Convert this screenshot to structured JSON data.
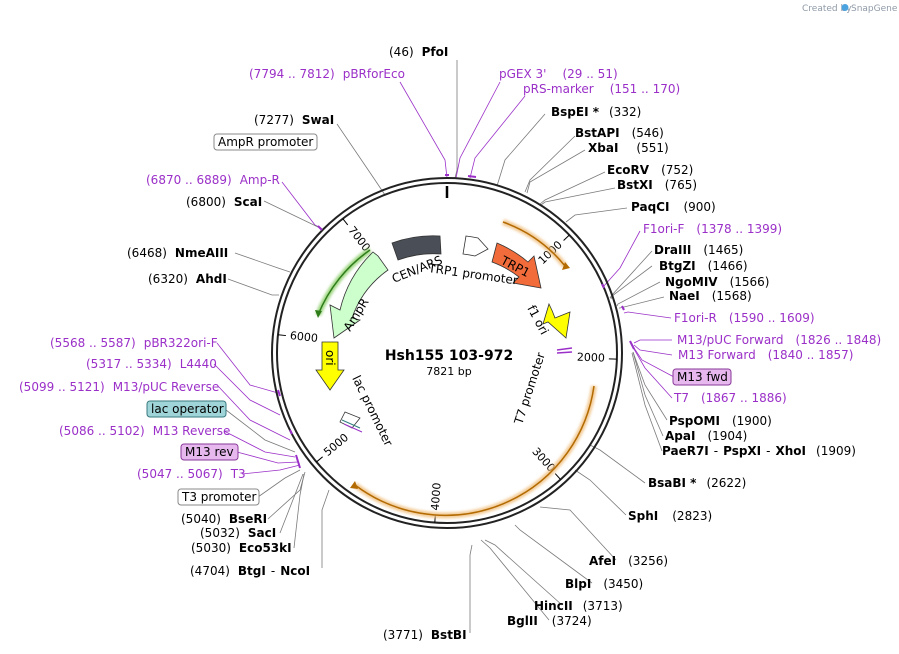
{
  "credit": {
    "prefix": "Created by",
    "brand": "SnapGene"
  },
  "plasmid": {
    "name": "Hsh155 103-972",
    "length": "7821 bp",
    "total_bp": 7821
  },
  "ticks": [
    {
      "label": "1000",
      "pos": 1000
    },
    {
      "label": "2000",
      "pos": 2000
    },
    {
      "label": "3000",
      "pos": 3000
    },
    {
      "label": "4000",
      "pos": 4000
    },
    {
      "label": "5000",
      "pos": 5000
    },
    {
      "label": "6000",
      "pos": 6000
    },
    {
      "label": "7000",
      "pos": 7000
    }
  ],
  "features": [
    {
      "label": "CEN/ARS",
      "type": "CEN/ARS",
      "color": "#4a4f57"
    },
    {
      "label": "TRP1 promoter",
      "type": "promoter",
      "color": "#ffffff"
    },
    {
      "label": "TRP1",
      "type": "CDS",
      "color": "#f26b3a"
    },
    {
      "label": "f1 ori",
      "type": "rep_origin",
      "color": "#ffff00"
    },
    {
      "label": "T7 promoter",
      "type": "promoter",
      "color": "#ffffff"
    },
    {
      "label": "lac promoter",
      "type": "promoter",
      "color": "#ffffff"
    },
    {
      "label": "ori",
      "type": "rep_origin",
      "color": "#ffff00"
    },
    {
      "label": "AmpR",
      "type": "CDS",
      "color": "#ccffcc"
    }
  ],
  "labels": [
    {
      "id": "pfoi",
      "kind": "enzyme",
      "name": "PfoI",
      "pos": "(46)"
    },
    {
      "id": "pbrforeco",
      "kind": "primer",
      "name": "pBRforEco",
      "pos": "(7794 .. 7812)"
    },
    {
      "id": "pgex3",
      "kind": "primer",
      "name": "pGEX 3'",
      "pos": "(29 .. 51)"
    },
    {
      "id": "prsmarker",
      "kind": "primer",
      "name": "pRS-marker",
      "pos": "(151 .. 170)"
    },
    {
      "id": "swai",
      "kind": "enzyme",
      "name": "SwaI",
      "pos": "(7277)"
    },
    {
      "id": "bspei",
      "kind": "enzyme",
      "name": "BspEI *",
      "pos": "(332)"
    },
    {
      "id": "ampr-promoter",
      "kind": "box",
      "name": "AmpR promoter",
      "pos": ""
    },
    {
      "id": "bstapi",
      "kind": "enzyme",
      "name": "BstAPI",
      "pos": "(546)"
    },
    {
      "id": "xbai",
      "kind": "enzyme",
      "name": "XbaI",
      "pos": "(551)"
    },
    {
      "id": "ecorv",
      "kind": "enzyme",
      "name": "EcoRV",
      "pos": "(752)"
    },
    {
      "id": "bstxi",
      "kind": "enzyme",
      "name": "BstXI",
      "pos": "(765)"
    },
    {
      "id": "ampr-primer",
      "kind": "primer",
      "name": "Amp-R",
      "pos": "(6870 .. 6889)"
    },
    {
      "id": "scai",
      "kind": "enzyme",
      "name": "ScaI",
      "pos": "(6800)"
    },
    {
      "id": "paqci",
      "kind": "enzyme",
      "name": "PaqCI",
      "pos": "(900)"
    },
    {
      "id": "f1ori-f",
      "kind": "primer",
      "name": "F1ori-F",
      "pos": "(1378 .. 1399)"
    },
    {
      "id": "nmeaiii",
      "kind": "enzyme",
      "name": "NmeAIII",
      "pos": "(6468)"
    },
    {
      "id": "draiii",
      "kind": "enzyme",
      "name": "DraIII",
      "pos": "(1465)"
    },
    {
      "id": "btgzi",
      "kind": "enzyme",
      "name": "BtgZI",
      "pos": "(1466)"
    },
    {
      "id": "ahdi",
      "kind": "enzyme",
      "name": "AhdI",
      "pos": "(6320)"
    },
    {
      "id": "ngomiv",
      "kind": "enzyme",
      "name": "NgoMIV",
      "pos": "(1566)"
    },
    {
      "id": "naei",
      "kind": "enzyme",
      "name": "NaeI",
      "pos": "(1568)"
    },
    {
      "id": "f1ori-r",
      "kind": "primer",
      "name": "F1ori-R",
      "pos": "(1590 .. 1609)"
    },
    {
      "id": "m13puc-fwd",
      "kind": "primer",
      "name": "M13/pUC Forward",
      "pos": "(1826 .. 1848)"
    },
    {
      "id": "pbr322ori-f",
      "kind": "primer",
      "name": "pBR322ori-F",
      "pos": "(5568 .. 5587)"
    },
    {
      "id": "m13-forward",
      "kind": "primer",
      "name": "M13 Forward",
      "pos": "(1840 .. 1857)"
    },
    {
      "id": "l4440",
      "kind": "primer",
      "name": "L4440",
      "pos": "(5317 .. 5334)"
    },
    {
      "id": "m13-fwd",
      "kind": "pbox",
      "name": "M13 fwd",
      "pos": ""
    },
    {
      "id": "m13puc-rev",
      "kind": "primer",
      "name": "M13/pUC Reverse",
      "pos": "(5099 .. 5121)"
    },
    {
      "id": "t7",
      "kind": "primer",
      "name": "T7",
      "pos": "(1867 .. 1886)"
    },
    {
      "id": "lac-operator",
      "kind": "tbox",
      "name": "lac operator",
      "pos": ""
    },
    {
      "id": "pspomi",
      "kind": "enzyme",
      "name": "PspOMI",
      "pos": "(1900)"
    },
    {
      "id": "m13-reverse",
      "kind": "primer",
      "name": "M13 Reverse",
      "pos": "(5086 .. 5102)"
    },
    {
      "id": "apai",
      "kind": "enzyme",
      "name": "ApaI",
      "pos": "(1904)"
    },
    {
      "id": "m13-rev",
      "kind": "pbox",
      "name": "M13 rev",
      "pos": ""
    },
    {
      "id": "paer7i",
      "kind": "enzyme",
      "name": "PaeR7I",
      "pos": ""
    },
    {
      "id": "pspxi",
      "kind": "enzyme",
      "name": "PspXI",
      "pos": ""
    },
    {
      "id": "xhoi",
      "kind": "enzyme",
      "name": "XhoI",
      "pos": "(1909)"
    },
    {
      "id": "t3",
      "kind": "primer",
      "name": "T3",
      "pos": "(5047 .. 5067)"
    },
    {
      "id": "bsabi",
      "kind": "enzyme",
      "name": "BsaBI *",
      "pos": "(2622)"
    },
    {
      "id": "t3-promoter",
      "kind": "box",
      "name": "T3 promoter",
      "pos": ""
    },
    {
      "id": "bseri",
      "kind": "enzyme",
      "name": "BseRI",
      "pos": "(5040)"
    },
    {
      "id": "sphi",
      "kind": "enzyme",
      "name": "SphI",
      "pos": "(2823)"
    },
    {
      "id": "saci",
      "kind": "enzyme",
      "name": "SacI",
      "pos": "(5032)"
    },
    {
      "id": "eco53ki",
      "kind": "enzyme",
      "name": "Eco53kI",
      "pos": "(5030)"
    },
    {
      "id": "afei",
      "kind": "enzyme",
      "name": "AfeI",
      "pos": "(3256)"
    },
    {
      "id": "btgi",
      "kind": "enzyme",
      "name": "BtgI",
      "pos": "(4704)"
    },
    {
      "id": "ncoi",
      "kind": "enzyme",
      "name": "NcoI",
      "pos": ""
    },
    {
      "id": "blpi",
      "kind": "enzyme",
      "name": "BlpI",
      "pos": "(3450)"
    },
    {
      "id": "hincii",
      "kind": "enzyme",
      "name": "HincII",
      "pos": "(3713)"
    },
    {
      "id": "bglii",
      "kind": "enzyme",
      "name": "BglII",
      "pos": "(3724)"
    },
    {
      "id": "bstbi",
      "kind": "enzyme",
      "name": "BstBI",
      "pos": "(3771)"
    }
  ]
}
